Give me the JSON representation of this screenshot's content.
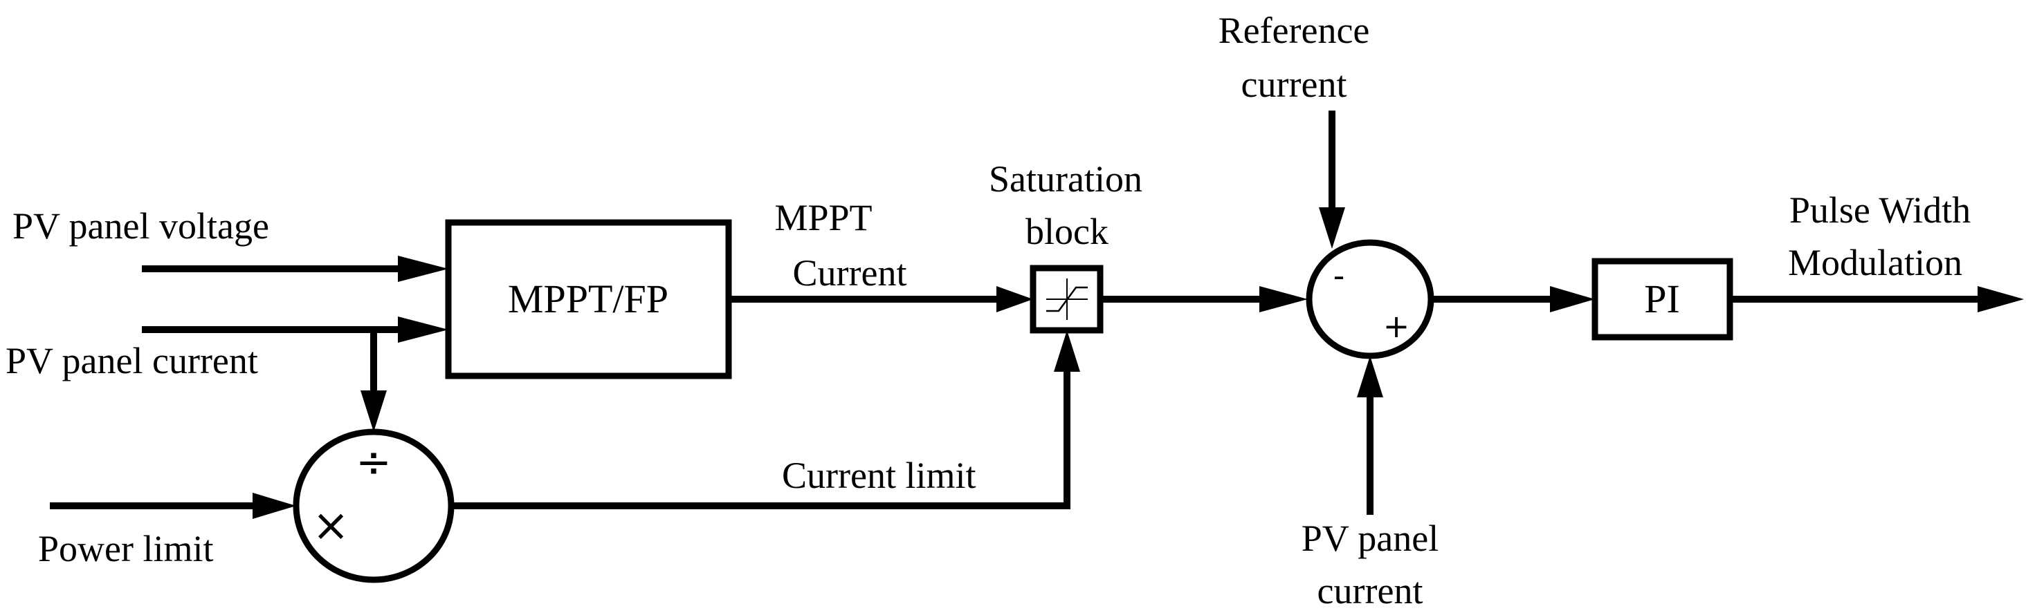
{
  "diagram": {
    "inputs": {
      "pv_voltage": "PV panel voltage",
      "pv_current": "PV panel current",
      "power_limit": "Power limit"
    },
    "blocks": {
      "mppt": "MPPT/FP",
      "pi": "PI"
    },
    "labels": {
      "mppt_current_line1": "MPPT",
      "mppt_current_line2": "Current",
      "saturation_line1": "Saturation",
      "saturation_line2": "block",
      "current_limit": "Current limit",
      "reference_line1": "Reference",
      "reference_line2": "current",
      "pv_current_bottom_line1": "PV panel",
      "pv_current_bottom_line2": "current",
      "output_line1": "Pulse Width",
      "output_line2": "Modulation"
    },
    "signs": {
      "divide": "÷",
      "multiply": "×",
      "minus": "-",
      "plus": "+"
    }
  }
}
